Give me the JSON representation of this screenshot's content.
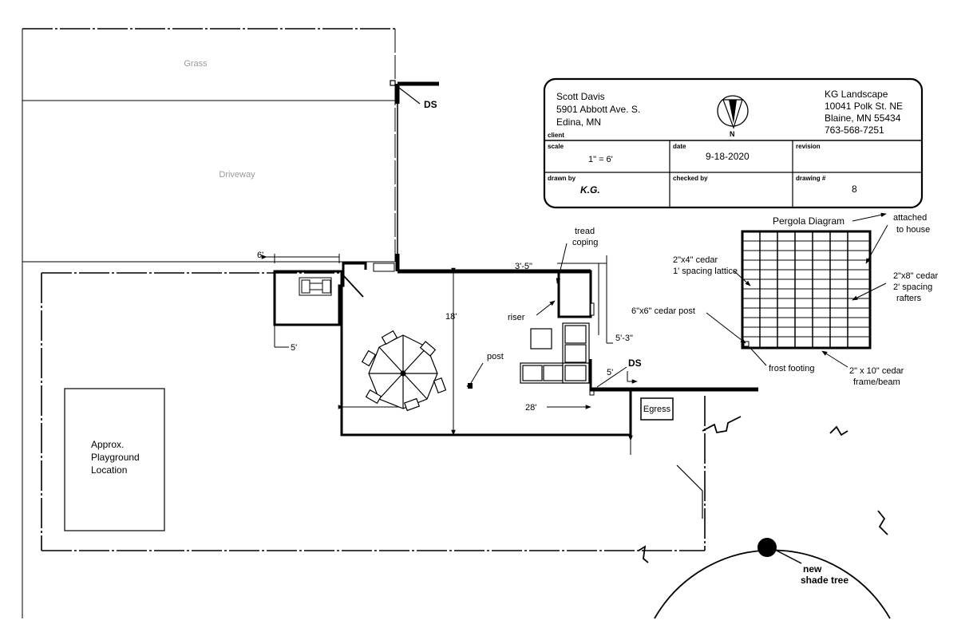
{
  "areas": {
    "grass": "Grass",
    "driveway": "Driveway",
    "playground": [
      "Approx.",
      "Playground",
      "Location"
    ],
    "egress": "Egress"
  },
  "title_block": {
    "client_name": "Scott Davis",
    "client_address1": "5901 Abbott Ave. S.",
    "client_address2": "Edina, MN",
    "client_label": "client",
    "company_name": "KG Landscape",
    "company_address1": "10041 Polk St. NE",
    "company_address2": "Blaine, MN 55434",
    "company_phone": "763-568-7251",
    "north": "N",
    "scale_label": "scale",
    "scale_value": "1\" = 6'",
    "date_label": "date",
    "date_value": "9-18-2020",
    "revision_label": "revision",
    "drawn_by_label": "drawn by",
    "drawn_by_value": "K.G.",
    "checked_by_label": "checked by",
    "drawing_no_label": "drawing #",
    "drawing_no_value": "8"
  },
  "labels": {
    "ds_top": "DS",
    "ds_right": "DS",
    "tread": "tread",
    "coping": "coping",
    "riser": "riser",
    "post": "post",
    "new": "new",
    "shade_tree": "shade tree"
  },
  "dimensions": {
    "d6": "6'",
    "d5": "5'",
    "d3_5": "3'-5\"",
    "d18": "18'",
    "d5_3": "5'-3\"",
    "d28": "28'",
    "d5b": "5'"
  },
  "pergola": {
    "title": "Pergola Diagram",
    "attached_1": "attached",
    "attached_2": "to house",
    "lattice_1": "2\"x4\" cedar",
    "lattice_2": "1' spacing lattice",
    "rafter_1": "2\"x8\" cedar",
    "rafter_2": "2' spacing",
    "rafter_3": "rafters",
    "post": "6\"x6\" cedar post",
    "footing": "frost footing",
    "frame_1": "2\" x 10\" cedar",
    "frame_2": "frame/beam"
  },
  "colors": {
    "line": "#000000",
    "faint_text": "#9a9a9a",
    "background": "#ffffff"
  }
}
